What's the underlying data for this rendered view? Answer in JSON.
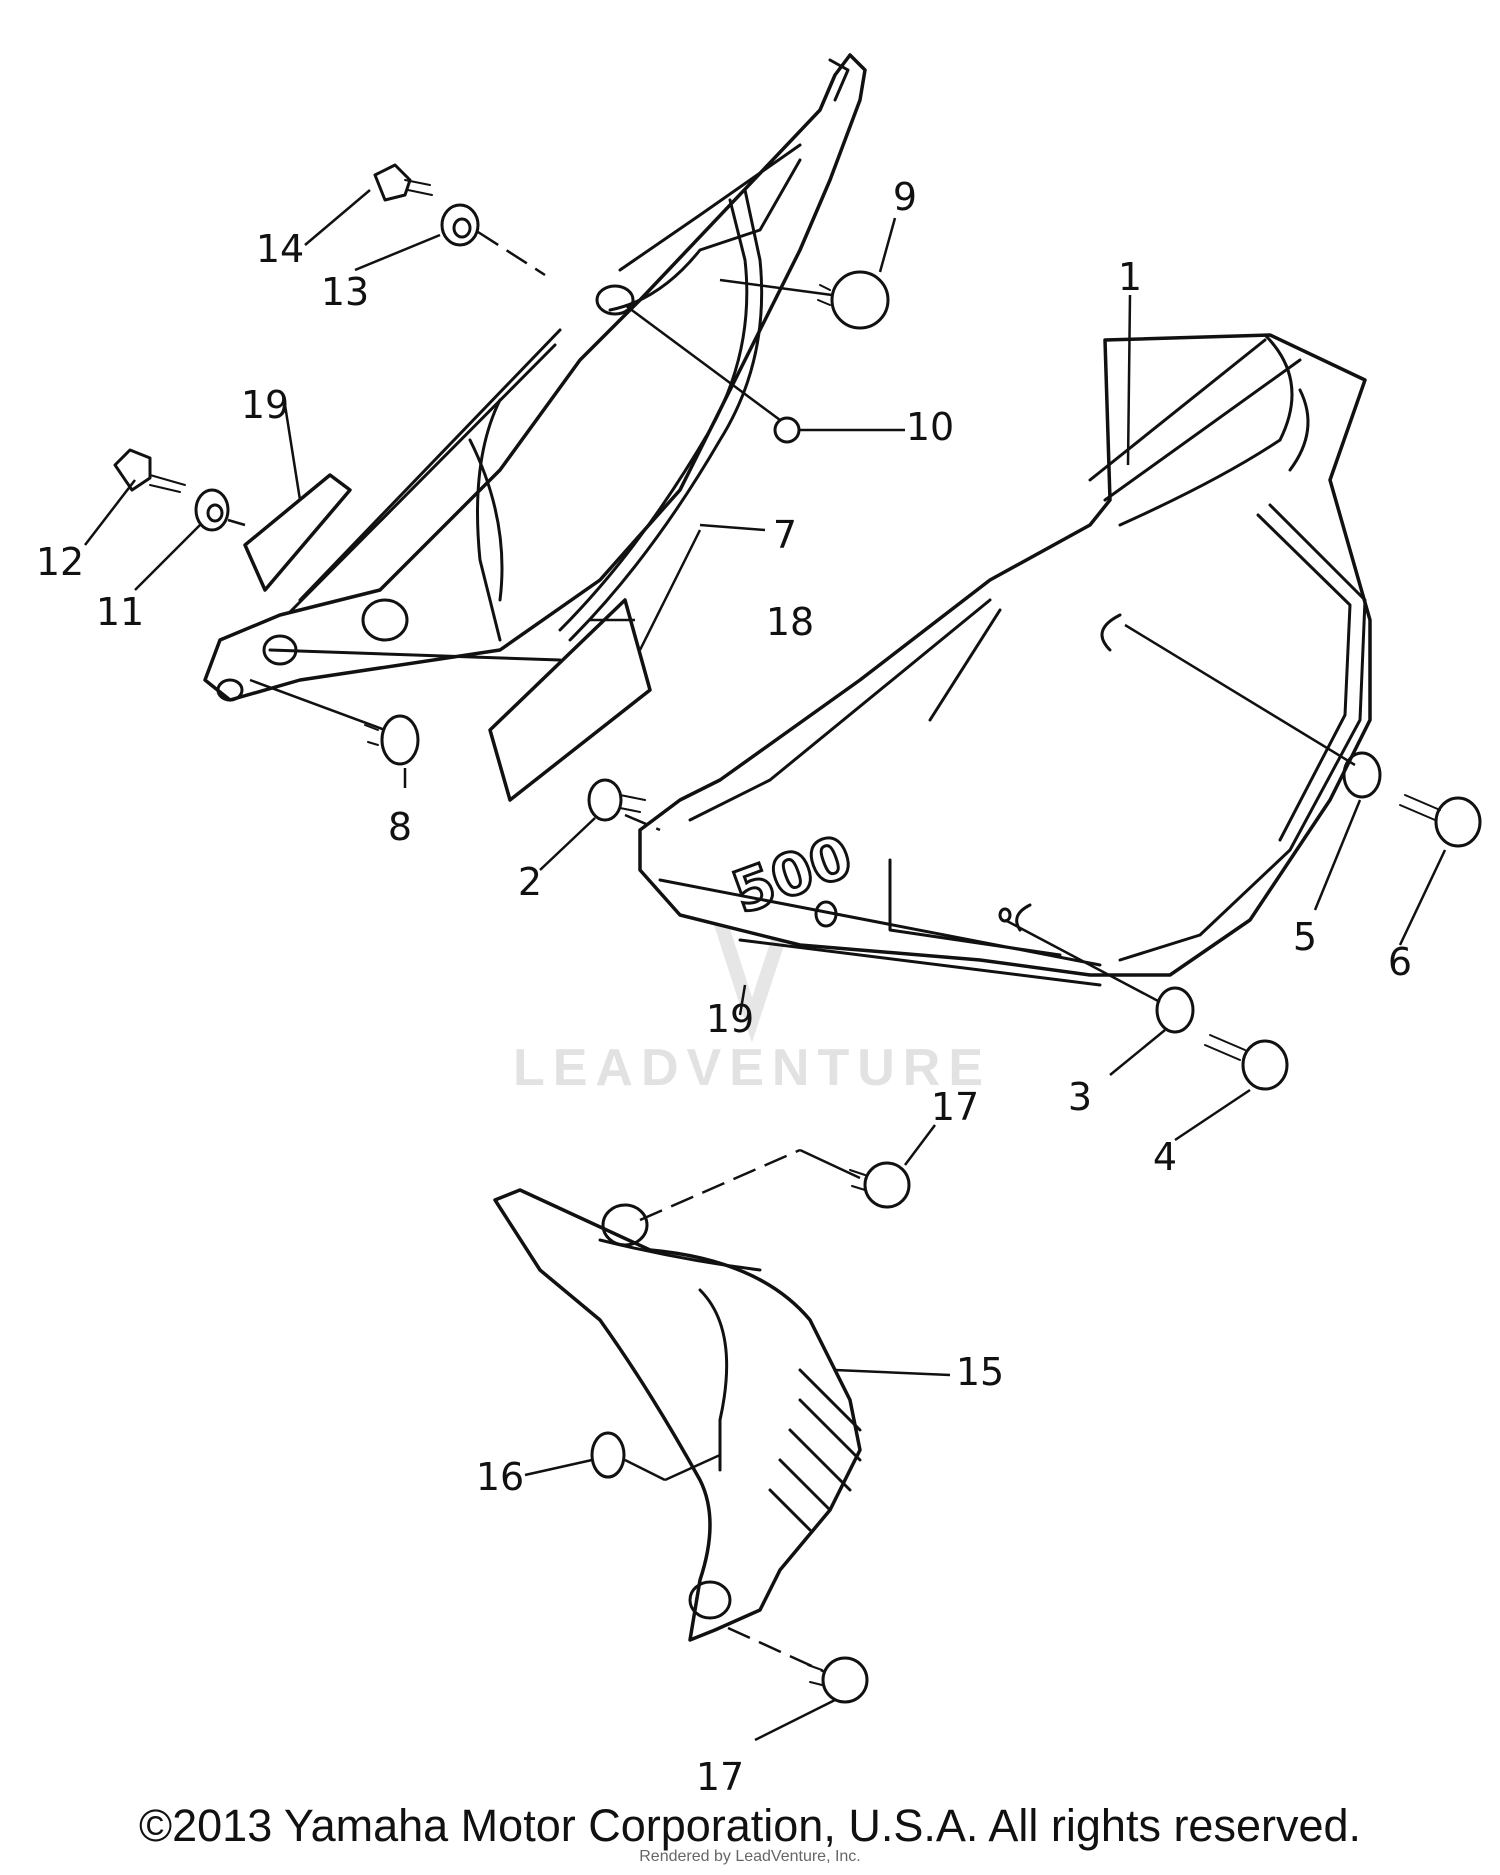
{
  "callouts": [
    "1",
    "2",
    "3",
    "4",
    "5",
    "6",
    "7",
    "8",
    "9",
    "10",
    "11",
    "12",
    "13",
    "14",
    "15",
    "16",
    "17",
    "17",
    "18",
    "19",
    "19"
  ],
  "decal_text": "500",
  "watermark": "LEADVENTURE",
  "copyright": "©2013 Yamaha Motor Corporation, U.S.A. All rights reserved.",
  "rendered_by": "Rendered by LeadVenture, Inc."
}
